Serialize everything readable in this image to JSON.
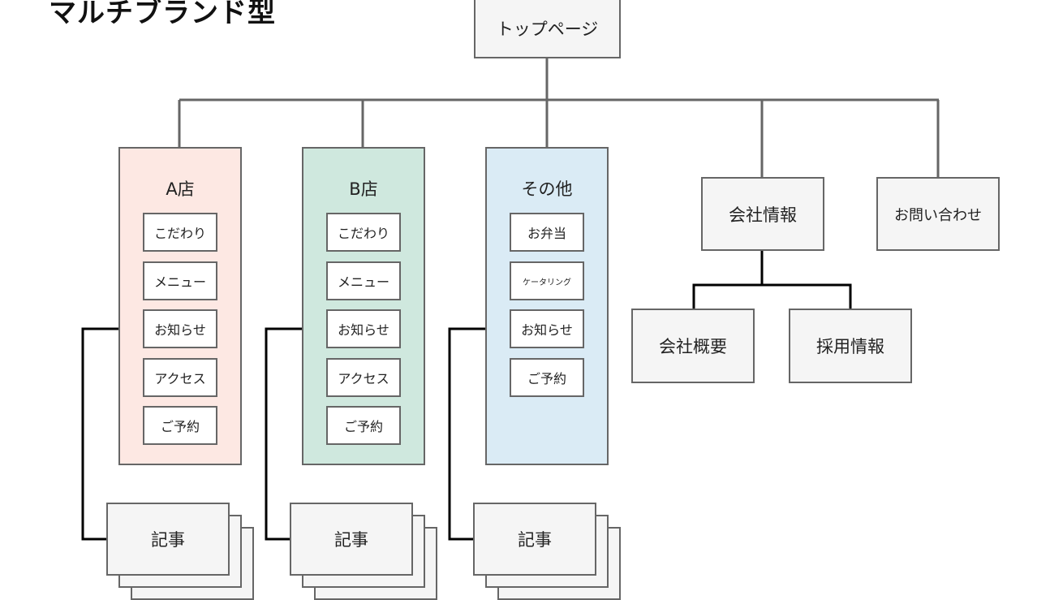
{
  "title": "マルチブランド型",
  "top_page": {
    "label": "トップページ"
  },
  "colors": {
    "store_a_fill": "#fde8e3",
    "store_b_fill": "#cfe8de",
    "other_fill": "#daebf5",
    "node_fill": "#f5f5f5",
    "line_gray": "#666666",
    "line_black": "#000000"
  },
  "groups": [
    {
      "title": "A店",
      "items": [
        "こだわり",
        "メニュー",
        "お知らせ",
        "アクセス",
        "ご予約"
      ],
      "article": "記事"
    },
    {
      "title": "B店",
      "items": [
        "こだわり",
        "メニュー",
        "お知らせ",
        "アクセス",
        "ご予約"
      ],
      "article": "記事"
    },
    {
      "title": "その他",
      "items": [
        "お弁当",
        "ケータリング",
        "お知らせ",
        "ご予約"
      ],
      "article": "記事"
    }
  ],
  "company": {
    "label": "会社情報",
    "children": [
      "会社概要",
      "採用情報"
    ]
  },
  "contact": {
    "label": "お問い合わせ"
  }
}
